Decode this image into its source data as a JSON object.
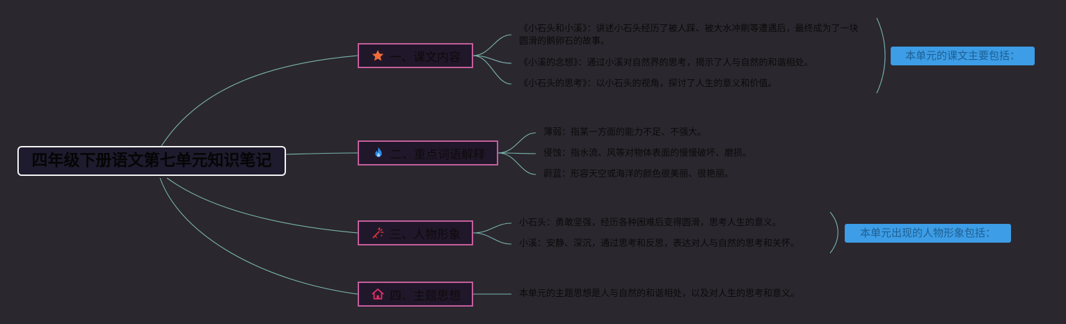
{
  "root": {
    "title": "四年级下册语文第七单元知识笔记"
  },
  "topics": [
    {
      "label": "一、课文内容",
      "icon": "star-icon",
      "icon_color": "#f06b3a",
      "leaves": [
        "《小石头和小溪》：讲述小石头经历了被人踩、被大水冲刷等遭遇后，最终成为了一块圆滑的鹅卵石的故事。",
        "《小溪的念想》：通过小溪对自然界的思考，揭示了人与自然的和谐相处。",
        "《小石头的思考》：以小石头的视角，探讨了人生的意义和价值。"
      ],
      "summary": "本单元的课文主要包括："
    },
    {
      "label": "二、重点词语解释",
      "icon": "flame-icon",
      "icon_color": "#2f8fe8",
      "leaves": [
        "薄弱：指某一方面的能力不足、不强大。",
        "侵蚀：指水流、风等对物体表面的慢慢破坏、磨损。",
        "蔚蓝：形容天空或海洋的颜色很美丽、很艳丽。"
      ]
    },
    {
      "label": "三、人物形象",
      "icon": "wand-icon",
      "icon_color": "#d8353a",
      "leaves": [
        "小石头：勇敢坚强，经历各种困难后变得圆滑，思考人生的意义。",
        "小溪：安静、深沉，通过思考和反思，表达对人与自然的思考和关怀。"
      ],
      "summary": "本单元出现的人物形象包括："
    },
    {
      "label": "四、主题思想",
      "icon": "home-icon",
      "icon_color": "#e0306a",
      "leaves": [
        "本单元的主题思想是人与自然的和谐相处，以及对人生的思考和意义。"
      ]
    }
  ],
  "colors": {
    "background": "#2b272e",
    "connector": "#7ab7b1",
    "topic_border": "#c55f9f",
    "summary_fill": "#3d9de6"
  }
}
